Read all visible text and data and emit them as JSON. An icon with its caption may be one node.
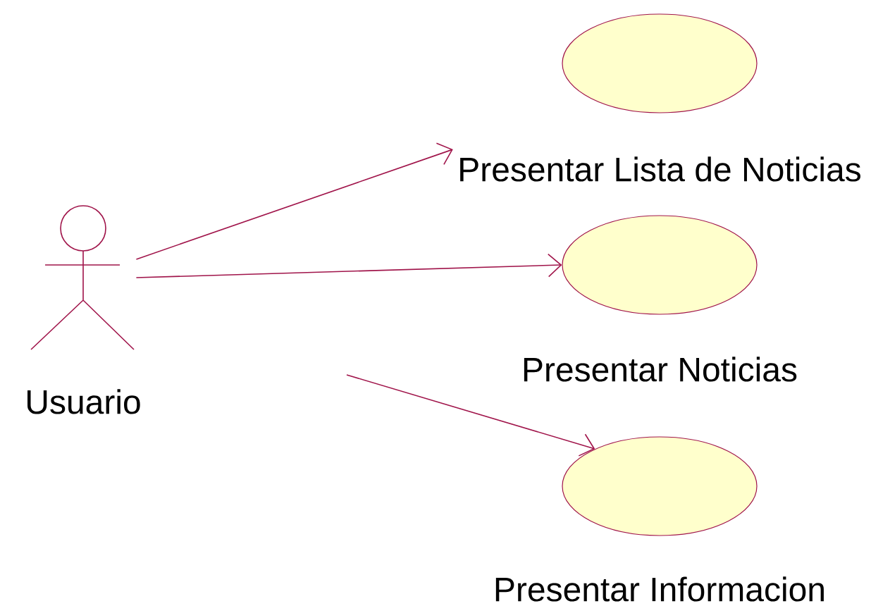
{
  "diagram": {
    "nodes": [
      {
        "text": [
          "Usuario"
        ]
      },
      {
        "text": [
          "Presentar Lista de Noticias"
        ]
      },
      {
        "text": [
          "Presentar Noticias"
        ]
      },
      {
        "text": [
          "Presentar Informacion"
        ]
      }
    ],
    "edges": [
      {
        "from": 0,
        "to": 1,
        "arrow": "to"
      },
      {
        "from": 0,
        "to": 2,
        "arrow": "to"
      },
      {
        "from": null,
        "to": 3,
        "arrow": "to"
      }
    ]
  }
}
